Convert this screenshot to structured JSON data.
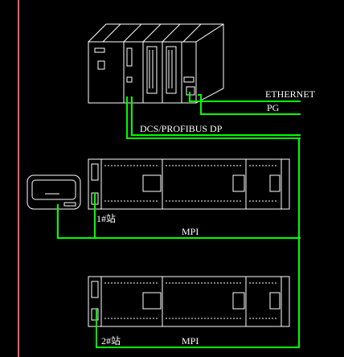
{
  "labels": {
    "ethernet": "ETHERNET",
    "pg": "PG",
    "dcs": "DCS/PROFIBUS DP",
    "station1": "1#站",
    "station2": "2#站",
    "mpi1": "MPI",
    "mpi2": "MPI"
  },
  "colors": {
    "background": "#000000",
    "border_line": "#ff6060",
    "cable": "#00ff00",
    "device": "#ffffff"
  }
}
